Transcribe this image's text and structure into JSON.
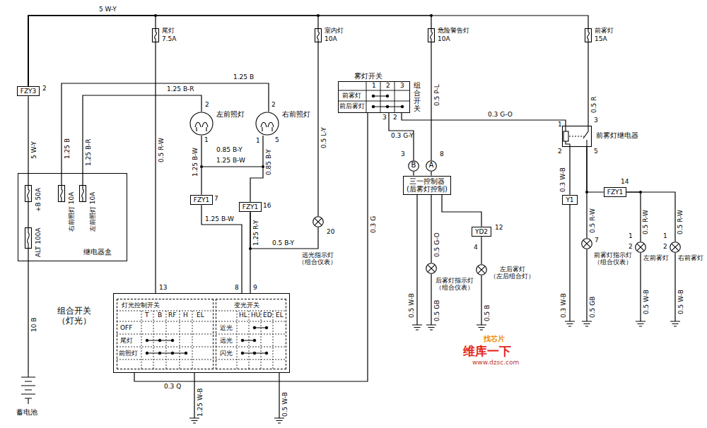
{
  "diagram": {
    "nodes": [
      {
        "text": [
          "FZY3"
        ]
      },
      {
        "text": [
          "继电器盒"
        ]
      },
      {
        "text": [
          "+B 50A"
        ],
        "in": 1
      },
      {
        "text": [
          "右前照灯 10A"
        ],
        "in": 1
      },
      {
        "text": [
          "左前照灯 10A"
        ],
        "in": 1
      },
      {
        "text": [
          "ALT 100A"
        ],
        "in": 1
      },
      {
        "text": [
          "蓄电池"
        ]
      },
      {
        "text": [
          "尾灯",
          "7.5A"
        ]
      },
      {
        "text": [
          "室内灯",
          "10A"
        ]
      },
      {
        "text": [
          "危险警告灯",
          "10A"
        ]
      },
      {
        "text": [
          "前雾灯",
          "15A"
        ]
      },
      {
        "text": [
          "左前照灯"
        ]
      },
      {
        "text": [
          "右前照灯"
        ]
      },
      {
        "text": [
          "FZY1"
        ]
      },
      {
        "text": [
          "FZY1"
        ]
      },
      {
        "text": [
          "远光指示灯 （组合仪表）"
        ]
      },
      {
        "text": [
          "组合开关 （灯光）"
        ]
      },
      {
        "text": [
          "灯光控制开关"
        ],
        "in": 16
      },
      {
        "text": [
          "变光开关"
        ],
        "in": 16
      },
      {
        "text": [
          "雾灯开关"
        ]
      },
      {
        "text": [
          "三一控制器 (后雾灯控制)"
        ]
      },
      {
        "text": [
          "B"
        ]
      },
      {
        "text": [
          "A"
        ]
      },
      {
        "text": [
          "后雾灯指示灯 （组合仪表）"
        ]
      },
      {
        "text": [
          "YD2"
        ]
      },
      {
        "text": [
          "左后雾灯 （左后组合灯）"
        ]
      },
      {
        "text": [
          "前雾灯继电器"
        ]
      },
      {
        "text": [
          "Y1"
        ]
      },
      {
        "text": [
          "FZY1"
        ]
      },
      {
        "text": [
          "前雾灯指示灯 （组合仪表）"
        ]
      },
      {
        "text": [
          "左前雾灯"
        ]
      },
      {
        "text": [
          "右前雾灯"
        ]
      }
    ],
    "edges": [
      {
        "from": 0,
        "to": 7,
        "arrow": "none",
        "label": "5 W-Y"
      },
      {
        "from": 0,
        "to": 8,
        "arrow": "none"
      },
      {
        "from": 0,
        "to": 9,
        "arrow": "none"
      },
      {
        "from": 0,
        "to": 10,
        "arrow": "none"
      },
      {
        "from": 0,
        "to": 2,
        "arrow": "none",
        "label": "5 W-Y"
      },
      {
        "from": 2,
        "to": 5,
        "arrow": "none"
      },
      {
        "from": 5,
        "to": 6,
        "arrow": "none",
        "label": "10 B"
      },
      {
        "from": 3,
        "to": 12,
        "arrow": "none",
        "label": "1.25 B"
      },
      {
        "from": 4,
        "to": 11,
        "arrow": "none",
        "label": "1.25 B-R"
      },
      {
        "from": 7,
        "to": 16,
        "arrow": "none",
        "label": "0.5 R-W"
      },
      {
        "from": 11,
        "to": 13,
        "arrow": "none",
        "label": "1.25 B-W"
      },
      {
        "from": 12,
        "to": 14,
        "arrow": "none",
        "label": "0.85 B-Y"
      },
      {
        "from": 13,
        "to": 16,
        "arrow": "none",
        "label": "1.25 B-W"
      },
      {
        "from": 14,
        "to": 16,
        "arrow": "none",
        "label": "1.25 R-Y"
      },
      {
        "from": 14,
        "to": 15,
        "arrow": "none",
        "label": "0.5 B-Y"
      },
      {
        "from": 8,
        "to": 15,
        "arrow": "none",
        "label": "0.5 L-Y"
      },
      {
        "from": 16,
        "to": 19,
        "arrow": "none",
        "label": "0.3 G"
      },
      {
        "from": 19,
        "to": 21,
        "arrow": "none",
        "label": "0.3 G-Y"
      },
      {
        "from": 19,
        "to": 26,
        "arrow": "none",
        "label": "0.3 G-O"
      },
      {
        "from": 9,
        "to": 22,
        "arrow": "none",
        "label": "0.5 P-L"
      },
      {
        "from": 21,
        "to": 20,
        "arrow": "none"
      },
      {
        "from": 22,
        "to": 20,
        "arrow": "none"
      },
      {
        "from": 20,
        "to": 23,
        "arrow": "none",
        "label": "0.5 G-O"
      },
      {
        "from": 20,
        "to": 24,
        "arrow": "none"
      },
      {
        "from": 24,
        "to": 25,
        "arrow": "none"
      },
      {
        "from": 10,
        "to": 26,
        "arrow": "none",
        "label": "0.5 R"
      },
      {
        "from": 26,
        "to": 27,
        "arrow": "none",
        "label": "0.3 W-B"
      },
      {
        "from": 26,
        "to": 29,
        "arrow": "none",
        "label": "0.5 R-W"
      },
      {
        "from": 26,
        "to": 28,
        "arrow": "none"
      },
      {
        "from": 28,
        "to": 30,
        "arrow": "none",
        "label": "0.5 R-W"
      },
      {
        "from": 28,
        "to": 31,
        "arrow": "none",
        "label": "0.5 R-W"
      }
    ],
    "labels": [
      "2",
      "1.25 B",
      "1.25 B-R",
      "2",
      "2",
      "1",
      "1",
      "5",
      "0.85 B-Y",
      "1.25 B-W",
      "7",
      "16",
      "13",
      "8",
      "9",
      "20",
      "0.3 Q",
      "1.25 W-B",
      "0.5 W-B",
      "T",
      "B",
      "RF",
      "H",
      "EL",
      "OFF",
      "尾灯",
      "前照灯",
      "HL",
      "HU",
      "ED",
      "EL",
      "近光",
      "远光",
      "闪光",
      "1",
      "2",
      "3",
      "前雾灯",
      "前后雾灯",
      "组合开关",
      "3",
      "2",
      "3",
      "8",
      "0.5 W-B",
      "0.5 GB",
      "12",
      "4",
      "0.5 B",
      "1",
      "3",
      "2",
      "5",
      "0.3 W-B",
      "14",
      "7",
      "0.5 GB",
      "1",
      "2",
      "1",
      "2",
      "0.5 W-B",
      "0.5 W-B",
      "找芯片",
      "维库一下",
      "www.dzsc.com"
    ]
  }
}
